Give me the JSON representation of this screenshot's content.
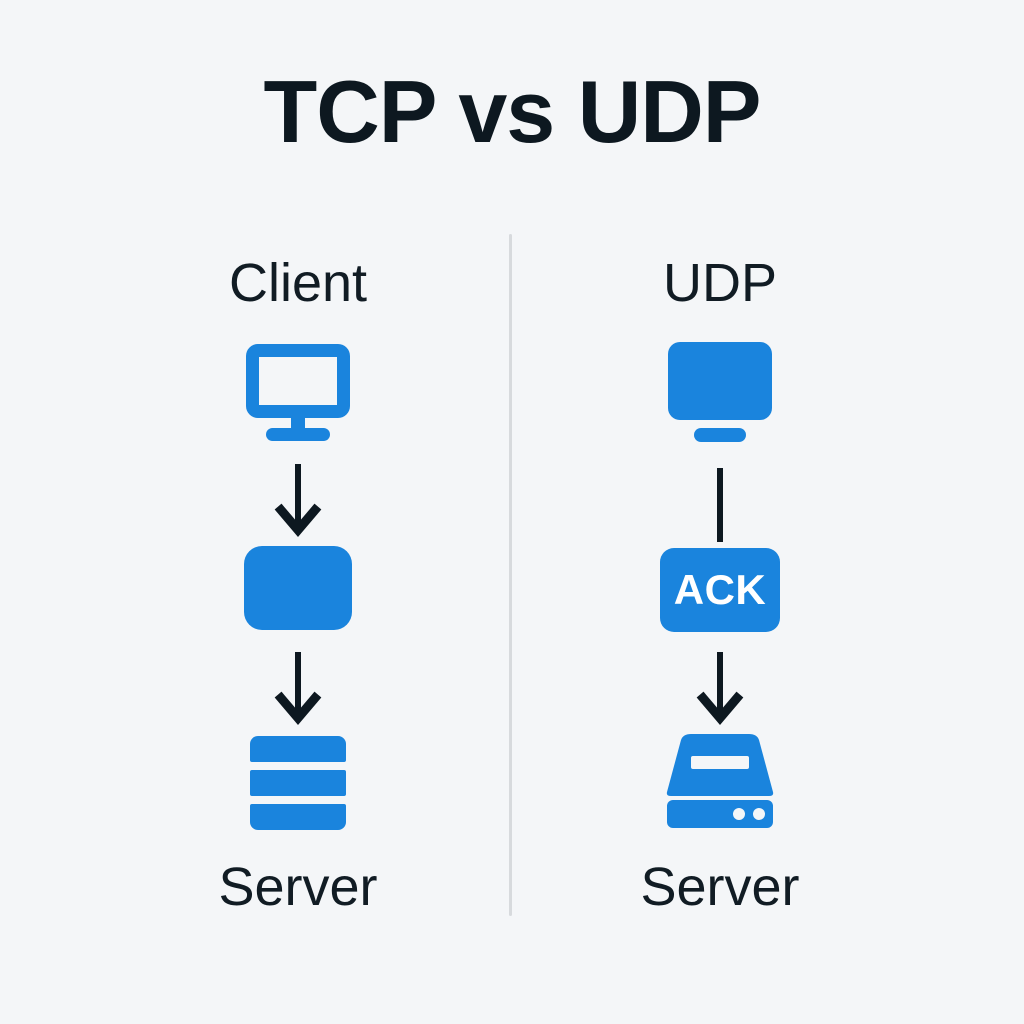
{
  "page": {
    "title": "TCP vs UDP",
    "background_color": "#f4f6f8",
    "accent_color": "#1a84dd",
    "ink_color": "#0d1820",
    "divider_color": "#d7dadd"
  },
  "diagram": {
    "type": "comparison-flow",
    "divider": {
      "present": true,
      "orientation": "vertical"
    },
    "columns": [
      {
        "id": "tcp",
        "top_label": "Client",
        "bottom_label": "Server",
        "nodes": [
          {
            "id": "client-monitor",
            "icon": "monitor-outline-icon",
            "label": "",
            "style": "outline"
          },
          {
            "id": "tcp-packet",
            "icon": "packet-icon",
            "label": "",
            "style": "solid"
          },
          {
            "id": "tcp-server",
            "icon": "server-stack-icon",
            "label": "",
            "style": "solid"
          }
        ],
        "connectors": [
          {
            "from": "client-monitor",
            "to": "tcp-packet",
            "kind": "arrow",
            "arrowhead": true
          },
          {
            "from": "tcp-packet",
            "to": "tcp-server",
            "kind": "arrow",
            "arrowhead": true
          }
        ]
      },
      {
        "id": "udp",
        "top_label": "UDP",
        "bottom_label": "Server",
        "nodes": [
          {
            "id": "udp-monitor",
            "icon": "monitor-solid-icon",
            "label": "",
            "style": "solid"
          },
          {
            "id": "udp-ack",
            "icon": "badge-icon",
            "label": "ACK",
            "style": "solid"
          },
          {
            "id": "udp-server",
            "icon": "server-appliance-icon",
            "label": "",
            "style": "solid"
          }
        ],
        "connectors": [
          {
            "from": "udp-monitor",
            "to": "udp-ack",
            "kind": "line",
            "arrowhead": false
          },
          {
            "from": "udp-ack",
            "to": "udp-server",
            "kind": "arrow",
            "arrowhead": true
          }
        ]
      }
    ]
  }
}
